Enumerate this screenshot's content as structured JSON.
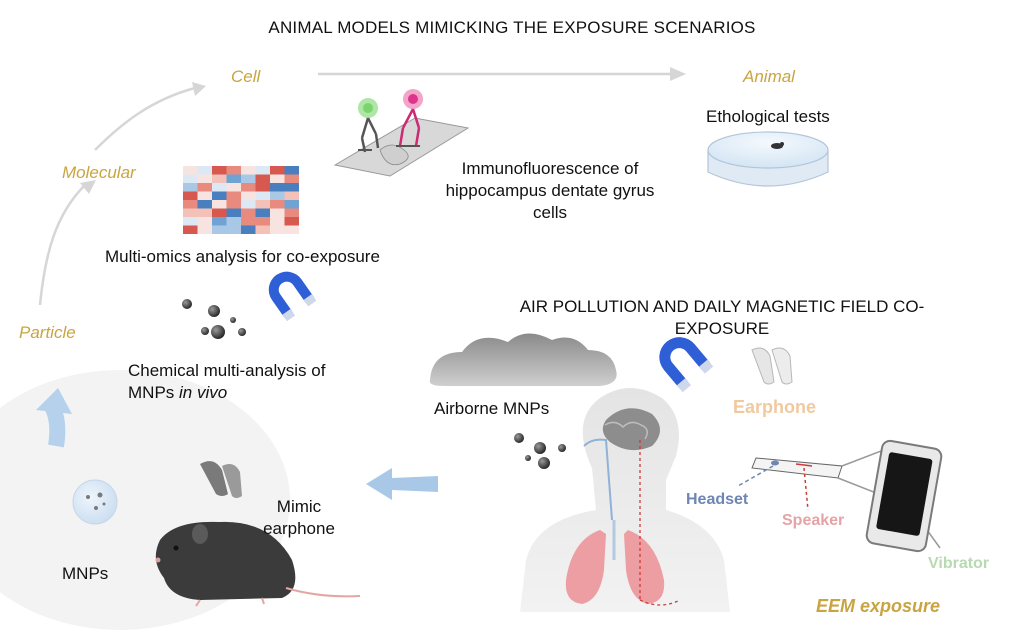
{
  "title": "ANIMAL MODELS MIMICKING THE EXPOSURE SCENARIOS",
  "levels": {
    "cell": "Cell",
    "animal": "Animal",
    "molecular": "Molecular",
    "particle": "Particle"
  },
  "labels": {
    "ethological": "Ethological tests",
    "immuno_line1": "Immunofluorescence of",
    "immuno_line2": "hippocampus dentate gyrus",
    "immuno_line3": "cells",
    "multiomics": "Multi-omics analysis for co-exposure",
    "chem_line1": "Chemical multi-analysis of",
    "chem_line2_prefix": "MNPs ",
    "chem_line2_italic": "in vivo",
    "airpoll_line1": "AIR POLLUTION AND DAILY MAGNETIC FIELD CO-",
    "airpoll_line2": "EXPOSURE",
    "airborne": "Airborne MNPs",
    "earphone": "Earphone",
    "mimic_line1": "Mimic",
    "mimic_line2": "earphone",
    "mnps": "MNPs",
    "headset": "Headset",
    "speaker": "Speaker",
    "vibrator": "Vibrator",
    "eem": "EEM exposure"
  },
  "colors": {
    "level_text": "#c9a441",
    "earphone_text": "#f1c9a0",
    "headset_text": "#6e86b3",
    "speaker_text": "#e4a4a6",
    "vibrator_text": "#b7dab0",
    "arrow_blue": "#a9c8e8",
    "arrow_gray": "#d9d9d9"
  }
}
